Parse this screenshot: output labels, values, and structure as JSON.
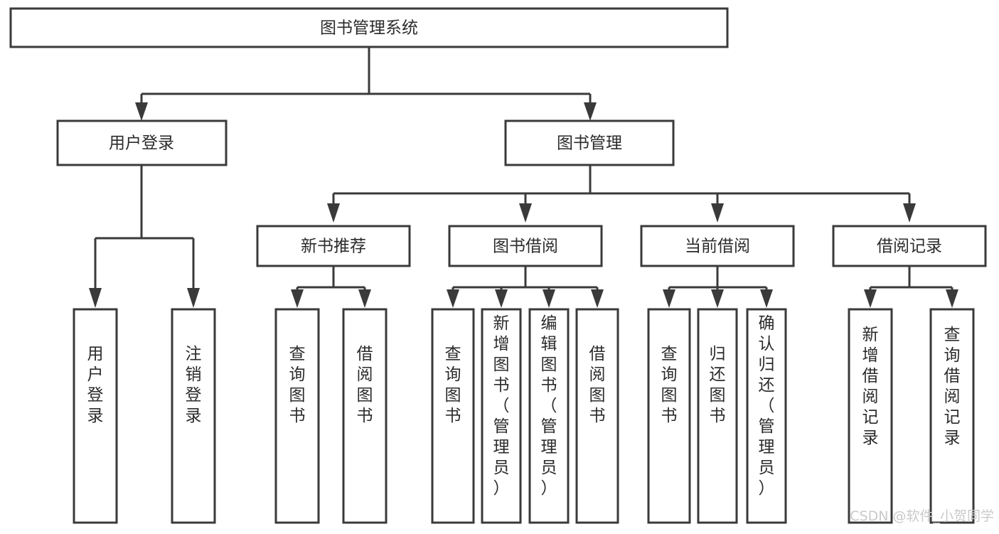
{
  "diagram": {
    "type": "tree",
    "title": "图书管理系统",
    "root": {
      "id": "root",
      "label": "图书管理系统"
    },
    "level1": [
      {
        "id": "user-login",
        "label": "用户登录"
      },
      {
        "id": "book-management",
        "label": "图书管理"
      }
    ],
    "level2": [
      {
        "id": "new-book-recommend",
        "label": "新书推荐",
        "parent": "book-management"
      },
      {
        "id": "book-borrow",
        "label": "图书借阅",
        "parent": "book-management"
      },
      {
        "id": "current-borrow",
        "label": "当前借阅",
        "parent": "book-management"
      },
      {
        "id": "borrow-record",
        "label": "借阅记录",
        "parent": "book-management"
      }
    ],
    "leaves": [
      {
        "id": "leaf-user-login",
        "label": "用户登录",
        "parent": "user-login"
      },
      {
        "id": "leaf-user-logout",
        "label": "注销登录",
        "parent": "user-login"
      },
      {
        "id": "leaf-query-book-1",
        "label": "查询图书",
        "parent": "new-book-recommend"
      },
      {
        "id": "leaf-borrow-book-1",
        "label": "借阅图书",
        "parent": "new-book-recommend"
      },
      {
        "id": "leaf-query-book-2",
        "label": "查询图书",
        "parent": "book-borrow"
      },
      {
        "id": "leaf-add-book",
        "label": "新增图书（管理员）",
        "parent": "book-borrow"
      },
      {
        "id": "leaf-edit-book",
        "label": "编辑图书（管理员）",
        "parent": "book-borrow"
      },
      {
        "id": "leaf-borrow-book-2",
        "label": "借阅图书",
        "parent": "book-borrow"
      },
      {
        "id": "leaf-query-book-3",
        "label": "查询图书",
        "parent": "current-borrow"
      },
      {
        "id": "leaf-return-book",
        "label": "归还图书",
        "parent": "current-borrow"
      },
      {
        "id": "leaf-confirm-return",
        "label": "确认归还（管理员）",
        "parent": "current-borrow"
      },
      {
        "id": "leaf-add-record",
        "label": "新增借阅记录",
        "parent": "borrow-record"
      },
      {
        "id": "leaf-query-record",
        "label": "查询借阅记录",
        "parent": "borrow-record"
      }
    ],
    "colors": {
      "stroke": "#3a3a3a",
      "box_fill": "#ffffff",
      "text": "#2b2b2b",
      "background": "#ffffff",
      "watermark": "#c9c9c9"
    }
  },
  "watermark": {
    "text": "CSDN @软件_小贺同学"
  }
}
